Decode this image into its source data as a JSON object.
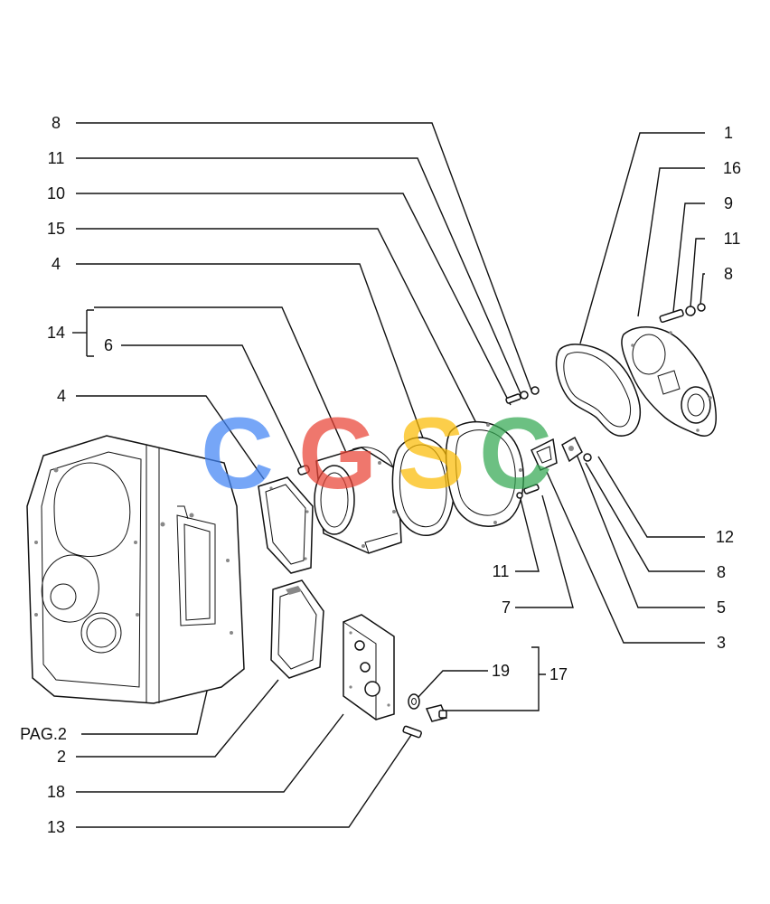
{
  "callouts_left": [
    "8",
    "11",
    "10",
    "15",
    "4",
    "14",
    "6",
    "4",
    "PAG.2",
    "2",
    "18",
    "13"
  ],
  "callouts_right": [
    "1",
    "16",
    "9",
    "11",
    "8",
    "12",
    "8",
    "5",
    "3"
  ],
  "callouts_bottom": [
    "11",
    "7",
    "19",
    "17"
  ],
  "watermark": {
    "letters": [
      "C",
      "G",
      "S",
      "C"
    ],
    "colors": [
      "#4285f4",
      "#ea4335",
      "#fbbc05",
      "#34a853"
    ]
  }
}
